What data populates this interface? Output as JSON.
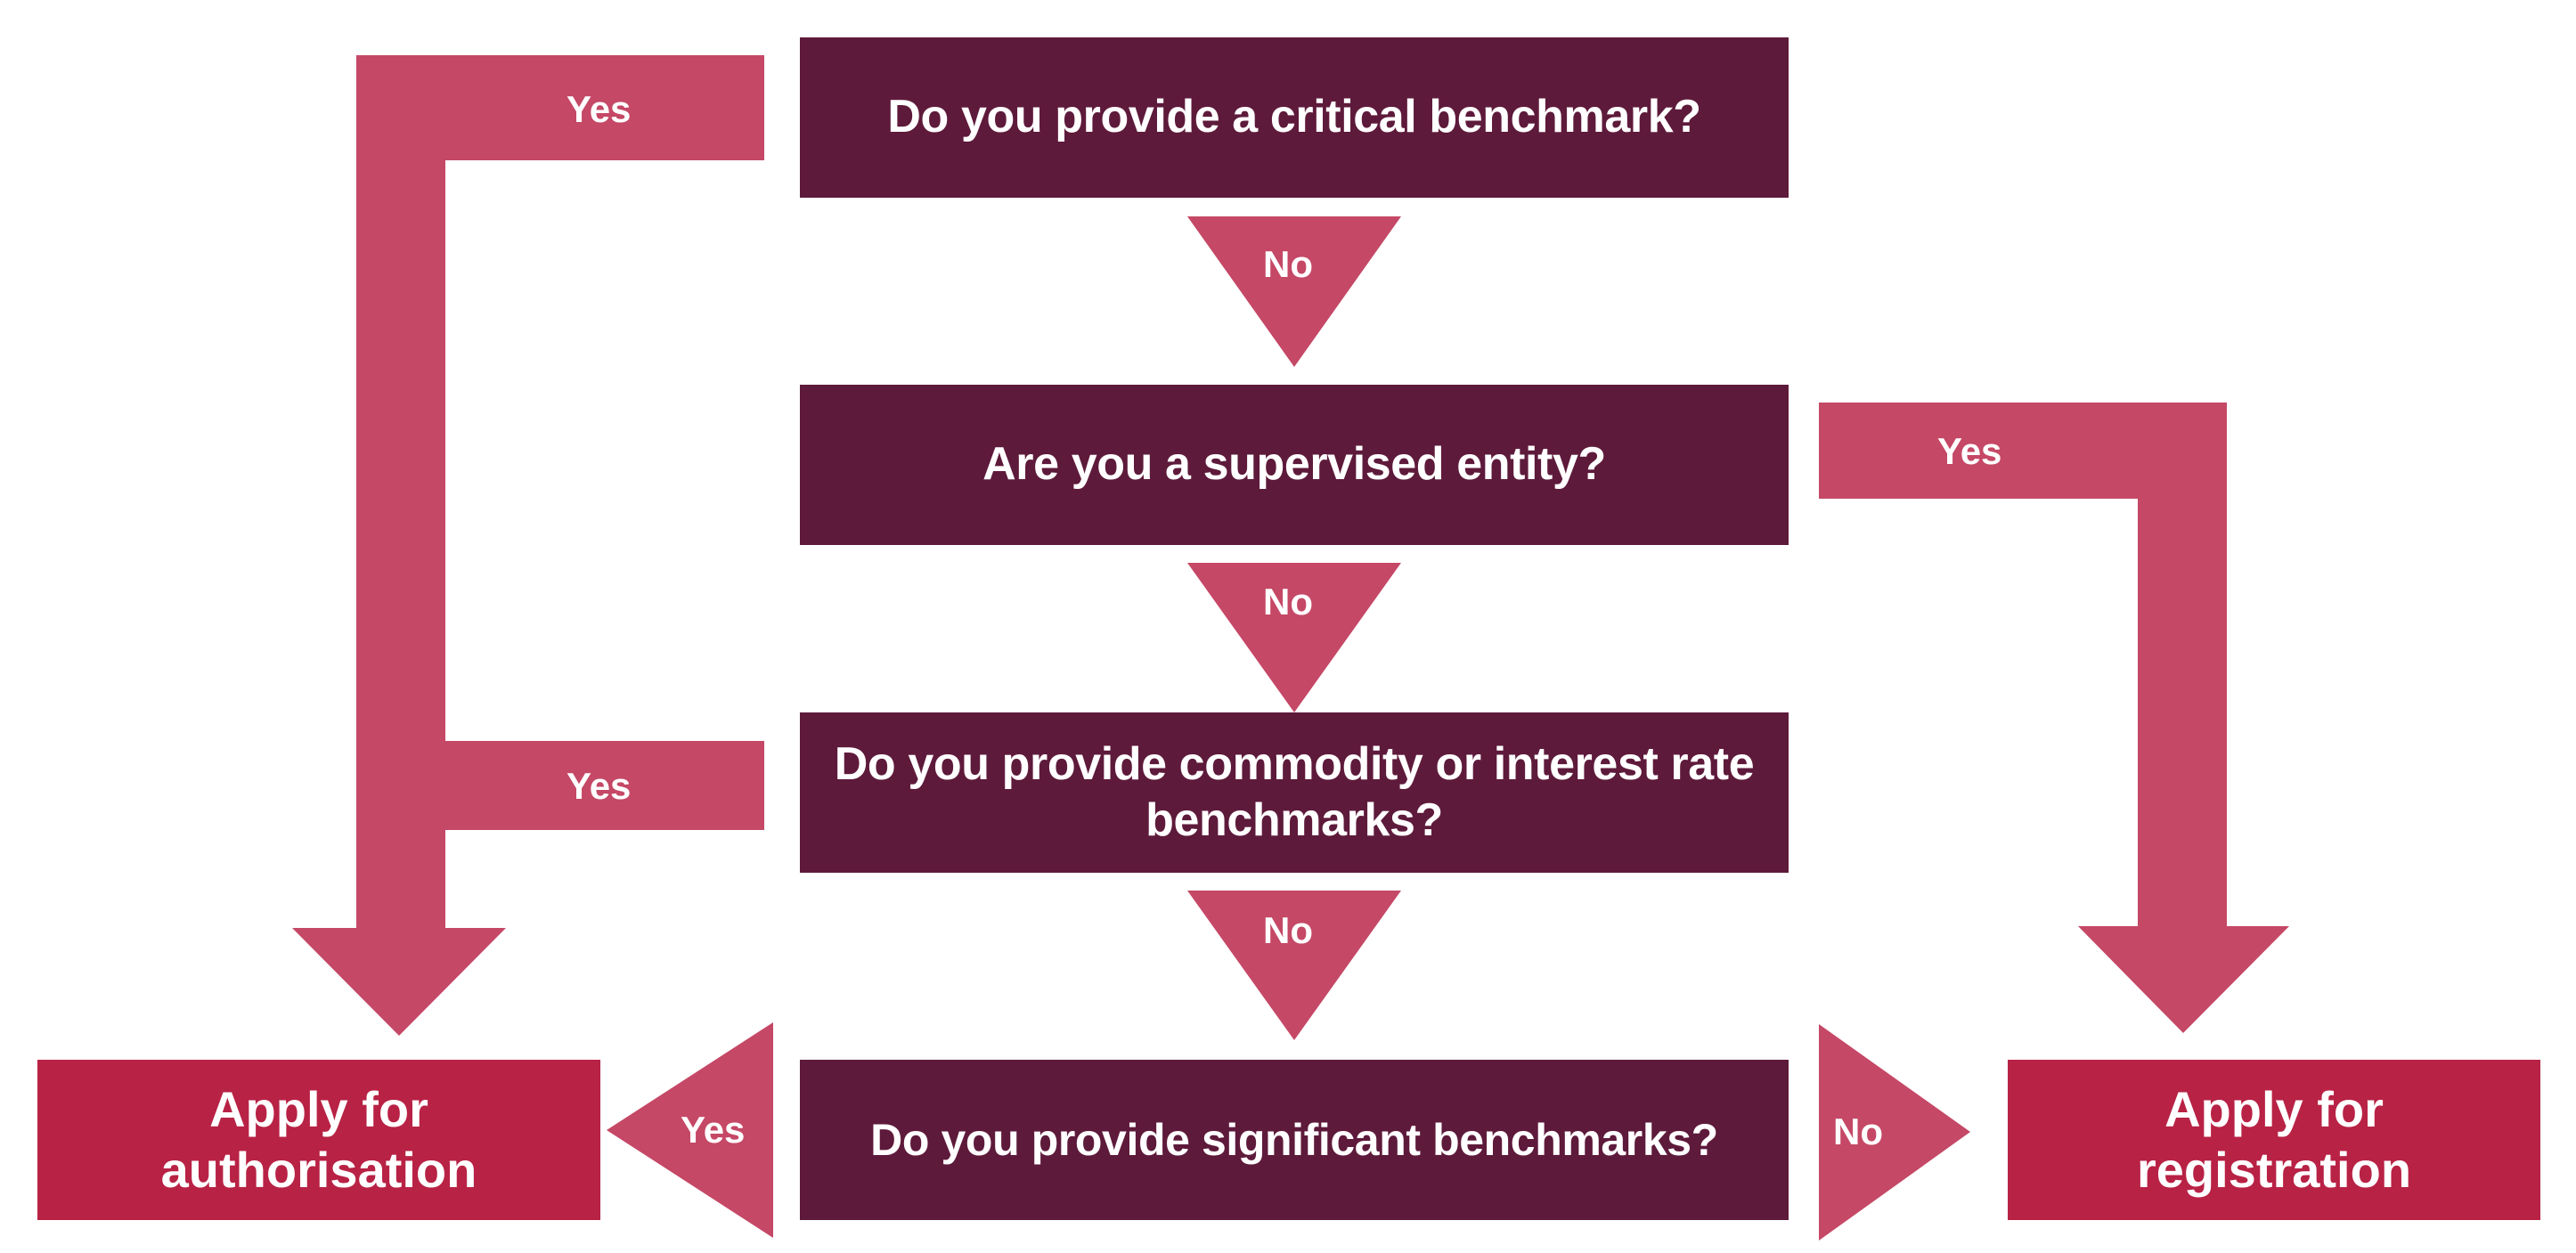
{
  "diagram": {
    "title_absent": "",
    "colors": {
      "question_box": "#5E1A3B",
      "outcome_box": "#B82245",
      "arrow": "#C54866",
      "text": "#FFFFFF",
      "background": "#FFFFFF"
    },
    "questions": [
      {
        "id": "q1",
        "text": "Do you provide a critical benchmark?"
      },
      {
        "id": "q2",
        "text": "Are you a supervised entity?"
      },
      {
        "id": "q3",
        "text": "Do you provide commodity or interest rate benchmarks?"
      },
      {
        "id": "q4",
        "text": "Do you provide significant benchmarks?"
      }
    ],
    "outcomes": [
      {
        "id": "authorisation",
        "text": "Apply for\nauthorisation",
        "line1": "Apply for",
        "line2": "authorisation"
      },
      {
        "id": "registration",
        "text": "Apply for\nregistration",
        "line1": "Apply for",
        "line2": "registration"
      }
    ],
    "edges": [
      {
        "id": "q1-yes",
        "label": "Yes",
        "from": "q1",
        "to": "authorisation"
      },
      {
        "id": "q1-no",
        "label": "No",
        "from": "q1",
        "to": "q2"
      },
      {
        "id": "q2-yes",
        "label": "Yes",
        "from": "q2",
        "to": "registration"
      },
      {
        "id": "q2-no",
        "label": "No",
        "from": "q2",
        "to": "q3"
      },
      {
        "id": "q3-yes",
        "label": "Yes",
        "from": "q3",
        "to": "authorisation"
      },
      {
        "id": "q3-no",
        "label": "No",
        "from": "q3",
        "to": "q4"
      },
      {
        "id": "q4-yes",
        "label": "Yes",
        "from": "q4",
        "to": "authorisation"
      },
      {
        "id": "q4-no",
        "label": "No",
        "from": "q4",
        "to": "registration"
      }
    ]
  }
}
